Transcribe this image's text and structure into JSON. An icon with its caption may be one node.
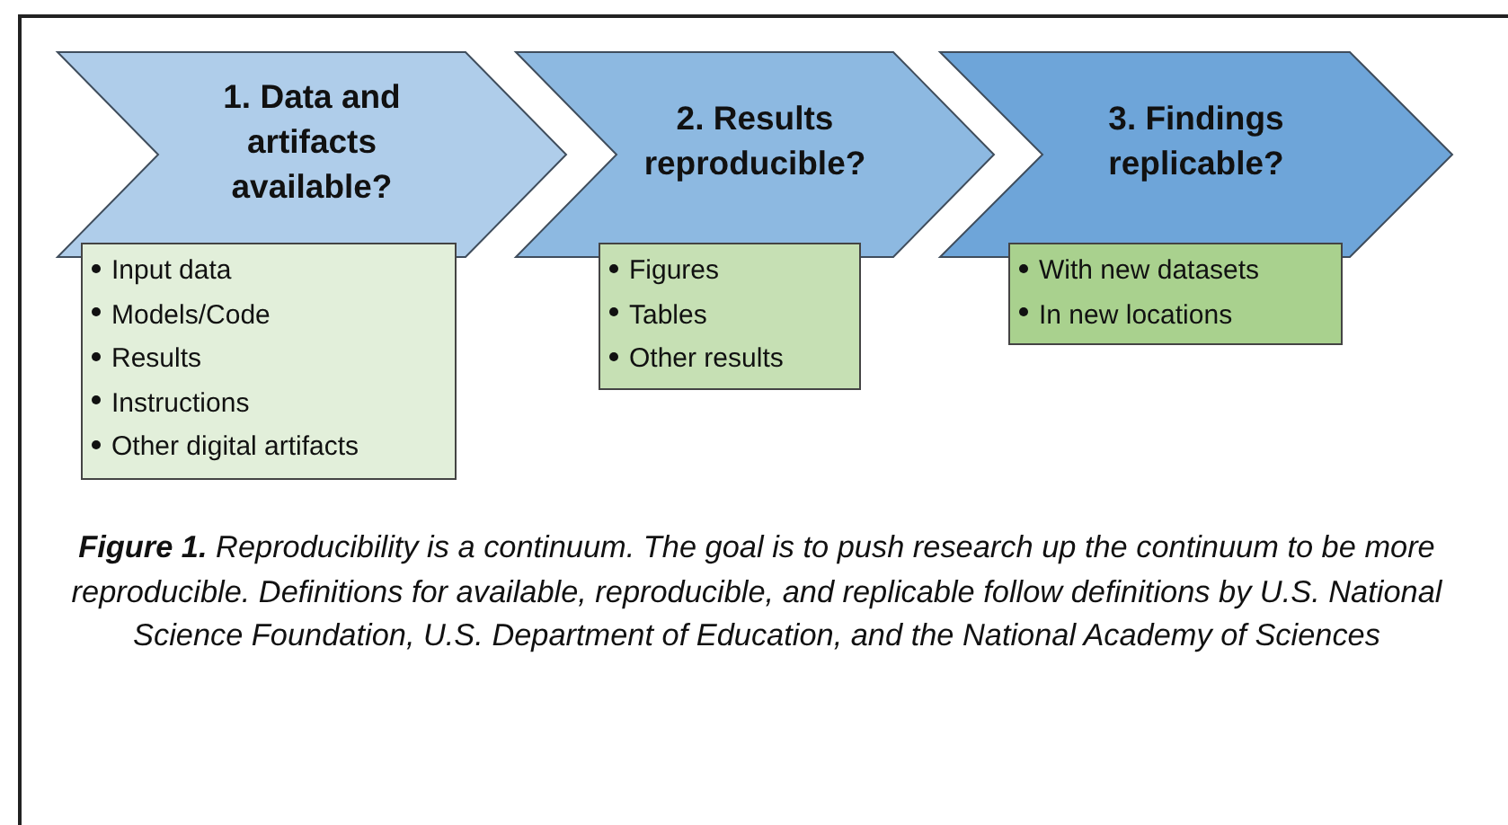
{
  "diagram": {
    "caption": "**Figure 1.** Reproducibility is a continuum. The goal is to push research up the continuum to be more reproducible. Definitions for available, reproducible, and replicable follow definitions by U.S. National Science Foundation, U.S. Department of Education, and the National Academy of Sciences",
    "nodes": [
      {
        "text": [
          "1. Data and artifacts available?"
        ]
      },
      {
        "text": [
          "2. Results reproducible?"
        ]
      },
      {
        "text": [
          "3. Findings replicable?"
        ]
      },
      {
        "text": [
          "Input data",
          "Models/Code",
          "Results",
          "Instructions",
          "Other digital artifacts"
        ]
      },
      {
        "text": [
          "Figures",
          "Tables",
          "Other results"
        ]
      },
      {
        "text": [
          "With new datasets",
          "In new locations"
        ]
      }
    ]
  }
}
